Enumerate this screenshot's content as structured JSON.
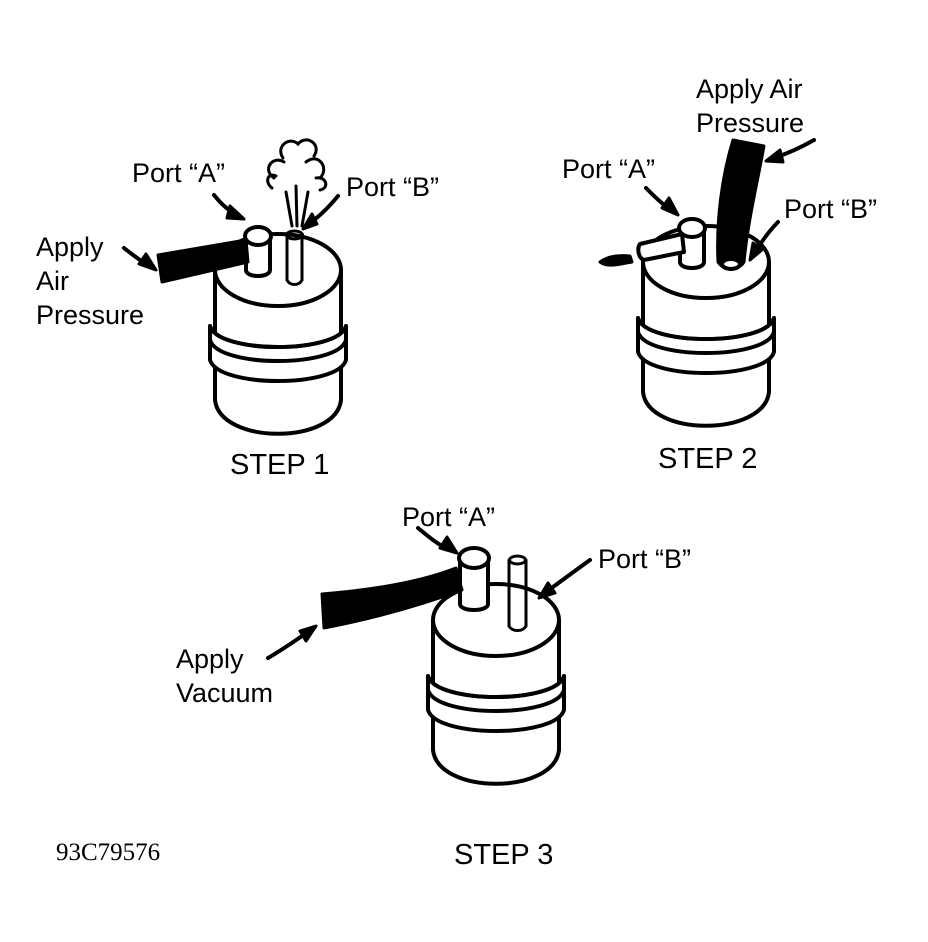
{
  "step1": {
    "port_a": "Port “A”",
    "port_b": "Port “B”",
    "apply": [
      "Apply",
      "Air",
      "Pressure"
    ],
    "caption": "STEP 1"
  },
  "step2": {
    "port_a": "Port “A”",
    "port_b": "Port “B”",
    "apply": [
      "Apply Air",
      "Pressure"
    ],
    "caption": "STEP 2"
  },
  "step3": {
    "port_a": "Port “A”",
    "port_b": "Port “B”",
    "apply": [
      "Apply",
      "Vacuum"
    ],
    "caption": "STEP 3"
  },
  "figure_code": "93C79576"
}
